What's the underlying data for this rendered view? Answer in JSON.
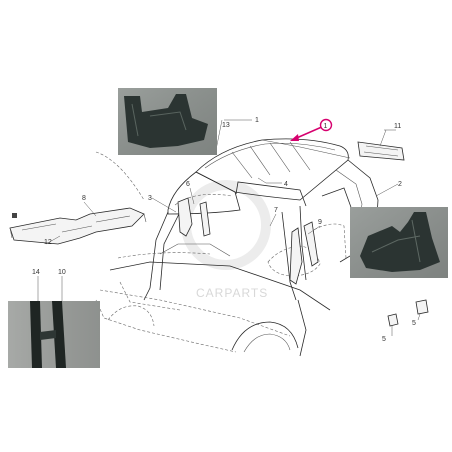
{
  "colors": {
    "background": "#ffffff",
    "line": "#2a2a2a",
    "highlight": "#d6006e",
    "photo_bg": "#8a8f8c",
    "photo_part": "#2b3432"
  },
  "callouts": {
    "c1": "1",
    "c2": "2",
    "c3": "3",
    "c4": "4",
    "c5a": "5",
    "c5b": "5",
    "c6": "6",
    "c7": "7",
    "c8": "8",
    "c9": "9",
    "c10": "10",
    "c11": "11",
    "c12": "12",
    "c13": "13",
    "c14": "14"
  },
  "watermark": {
    "text": "CARPARTS"
  },
  "icons": {
    "highlight_marker": "circled-callout-marker",
    "photo_top": "inner-pillar-photo",
    "photo_right": "quarter-panel-photo",
    "photo_bottom": "seal-strip-photo"
  }
}
